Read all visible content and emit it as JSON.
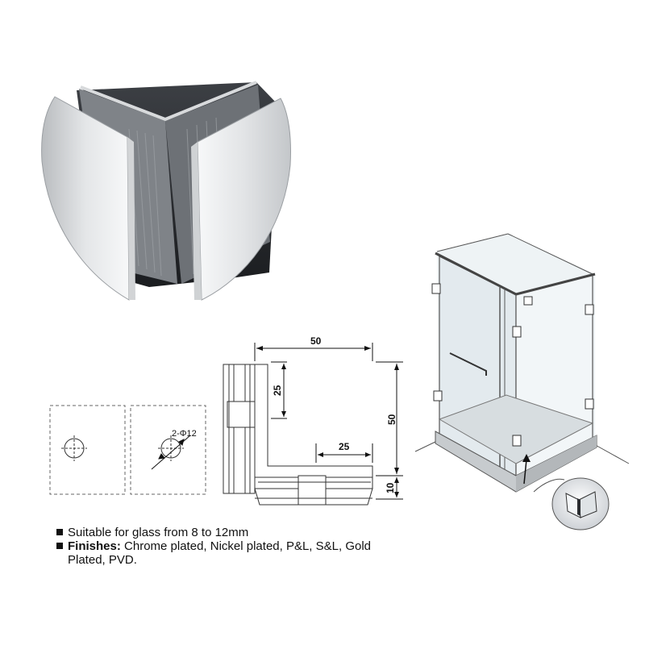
{
  "dimensions": {
    "top_width": "50",
    "right_height": "50",
    "inner_height": "25",
    "inner_width": "25",
    "base_thickness": "10",
    "hole_callout": "2-Φ12"
  },
  "notes": {
    "glass_label": "Suitable for glass from 8 to 12mm",
    "finishes_heading": "Finishes:",
    "finishes_text": " Chrome plated, Nickel plated, P&L, S&L, Gold",
    "finishes_text_cont": "Plated, PVD."
  },
  "icons": [
    "square-bullet-icon"
  ]
}
